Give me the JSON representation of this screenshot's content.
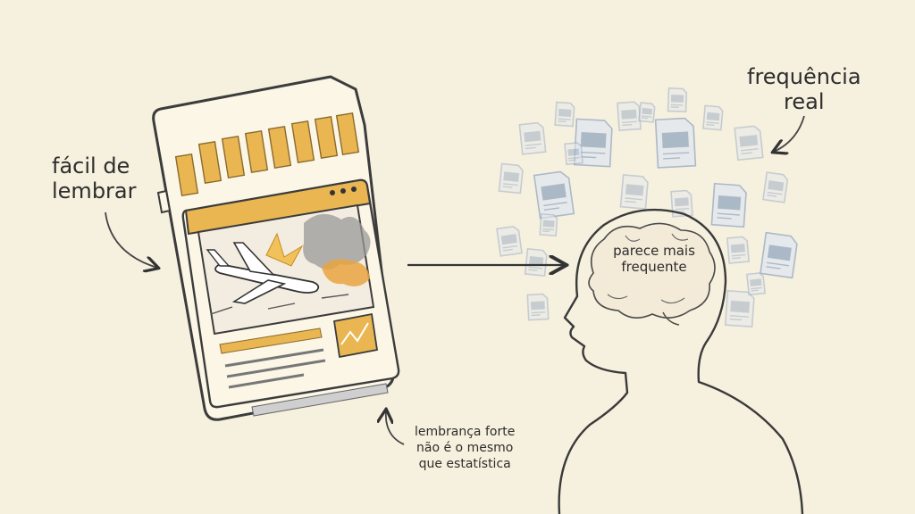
{
  "labels": {
    "easy_to_remember": [
      "fácil de",
      "lembrar"
    ],
    "real_frequency": [
      "frequência",
      "real"
    ],
    "feels_more_frequent": [
      "parece mais",
      "frequente"
    ],
    "note": [
      "lembrança forte",
      "não é o mesmo",
      "que estatística"
    ]
  },
  "icons": {
    "memory_card": "sd-card-icon",
    "news_image": "plane-crash-icon",
    "small_cards": "small-card-icon",
    "person": "head-silhouette-icon",
    "brain": "brain-icon"
  },
  "colors": {
    "background": "#f6f0de",
    "ink": "#3a3a3a",
    "accent": "#e7b04a",
    "small_card": "#9fb0c4"
  }
}
